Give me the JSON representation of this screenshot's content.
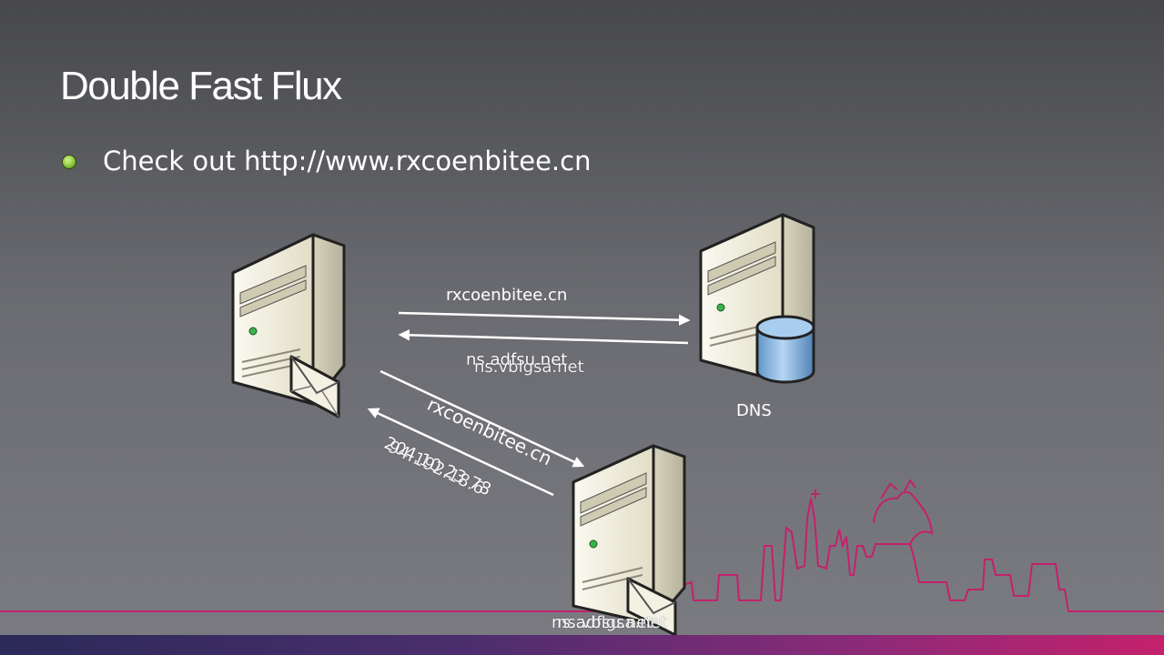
{
  "title": "Double Fast Flux",
  "bullet": "Check out http://www.rxcoenbitee.cn",
  "labels": {
    "query_top": "rxcoenbitee.cn",
    "reply_top_a": "ns.adfsu.net",
    "reply_top_b": "ns.vblgsa.net",
    "dns": "DNS",
    "query_diag": "rxcoenbitee.cn",
    "reply_diag_a": "204.10.23.78",
    "reply_diag_b": "94.192.18.6",
    "bottom_a": "ns.adfsu.net",
    "bottom_b": "ns.vblgsa.net"
  },
  "colors": {
    "background_top": "#47484c",
    "background_bottom": "#7b7c82",
    "skyline": "#c4216c",
    "server_body": "#f1efe0",
    "server_side": "#cfcbb5",
    "db_cylinder": "#7fb0de"
  }
}
